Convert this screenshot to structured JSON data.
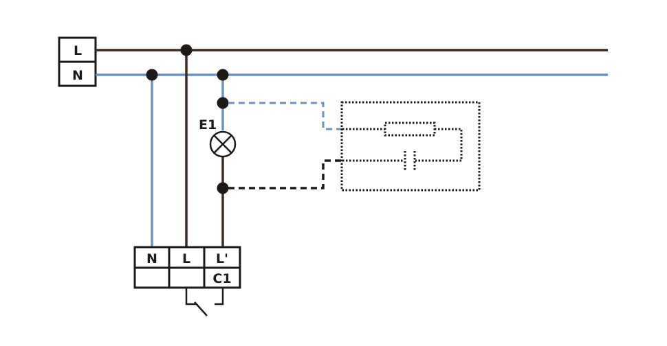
{
  "supply": {
    "line_label": "L",
    "neutral_label": "N"
  },
  "lamp": {
    "label": "E1"
  },
  "device": {
    "terminals": [
      "N",
      "L",
      "L'"
    ],
    "output_label": "C1"
  },
  "colors": {
    "line_wire": "#3d2b22",
    "neutral_wire": "#6b93c2",
    "box_border": "#1e1a17",
    "background": "#ffffff"
  }
}
